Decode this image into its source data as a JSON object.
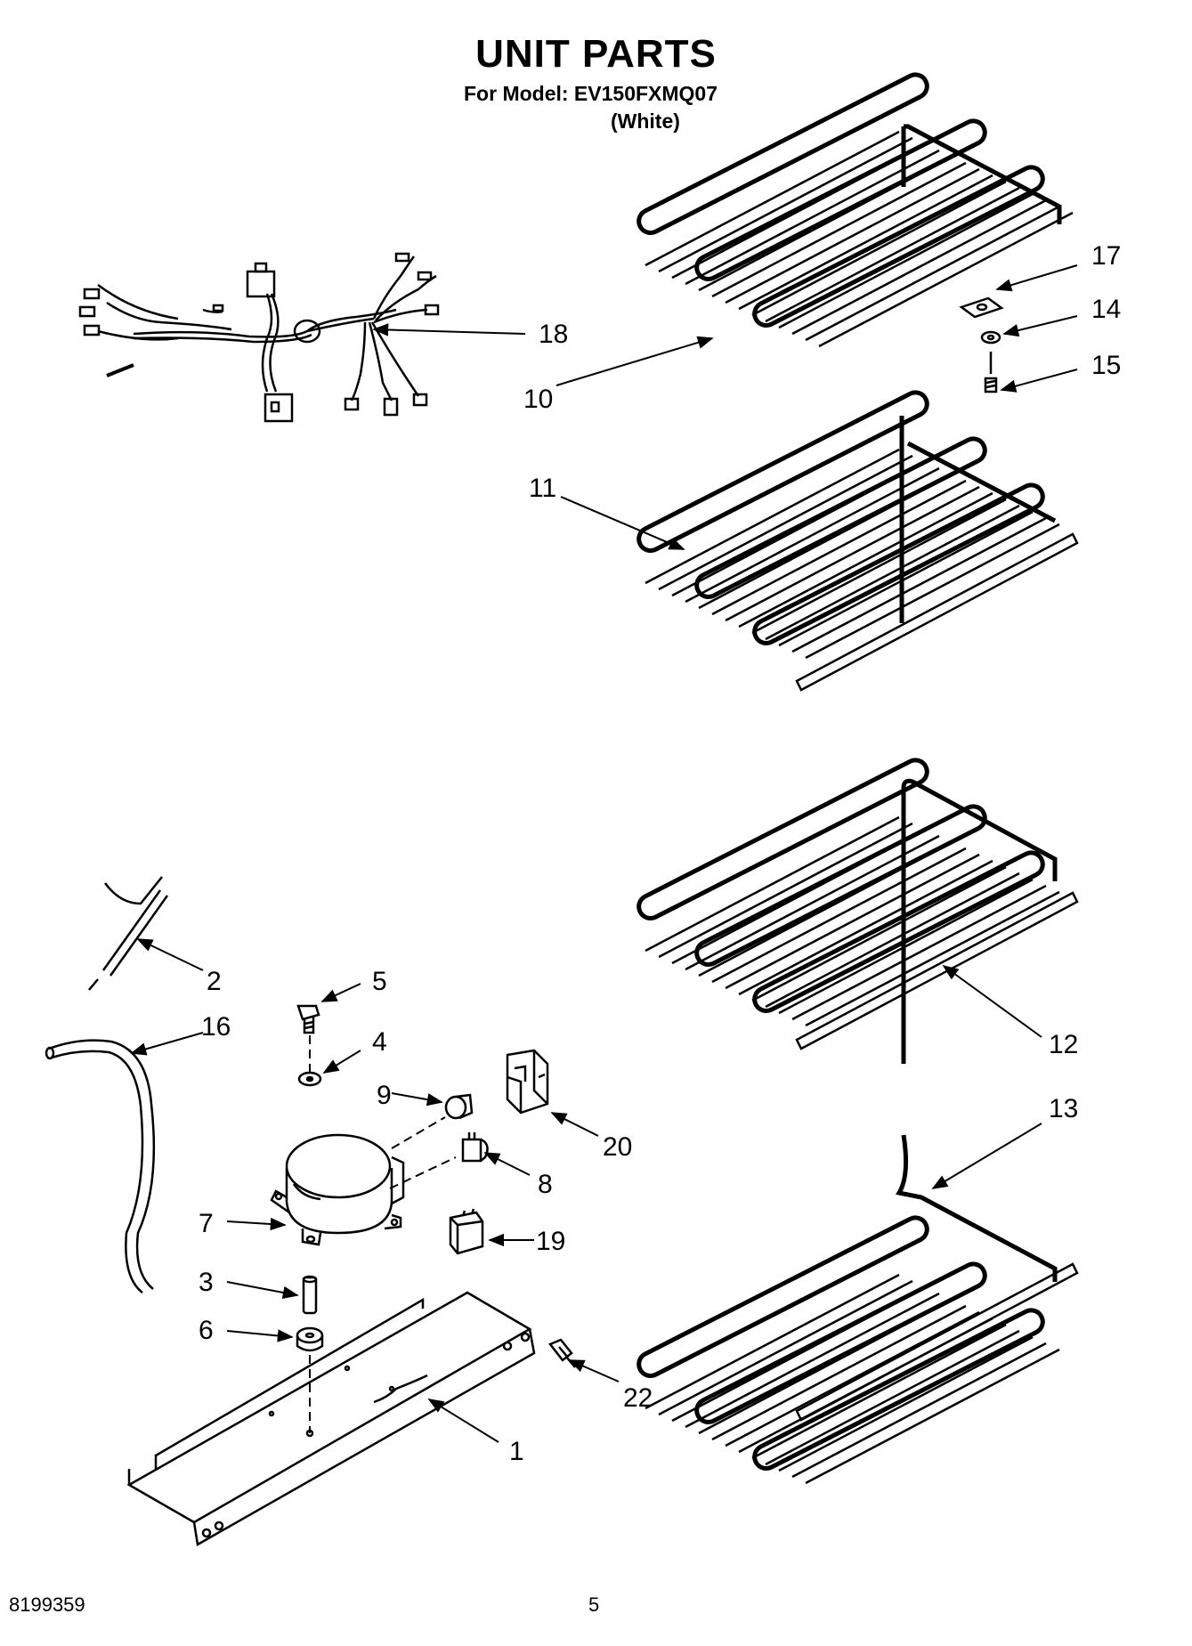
{
  "header": {
    "title": "UNIT PARTS",
    "model_line": "For Model: EV150FXMQ07",
    "color_note": "(White)"
  },
  "callouts": {
    "c1": "1",
    "c2": "2",
    "c3": "3",
    "c4": "4",
    "c5": "5",
    "c6": "6",
    "c7": "7",
    "c8": "8",
    "c9": "9",
    "c10": "10",
    "c11": "11",
    "c12": "12",
    "c13": "13",
    "c14": "14",
    "c15": "15",
    "c16": "16",
    "c17": "17",
    "c18": "18",
    "c19": "19",
    "c20": "20",
    "c22": "22"
  },
  "footer": {
    "doc_number": "8199359",
    "page_number": "5"
  }
}
